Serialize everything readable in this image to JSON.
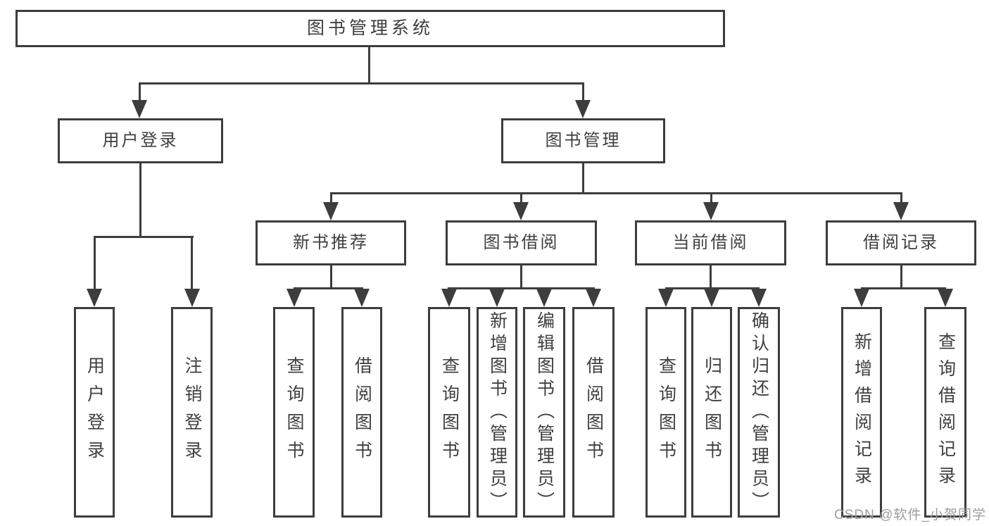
{
  "colors": {
    "line": "#3d3d3d",
    "text": "#3f3f3f",
    "wm": "#9c9c9c",
    "bg": "#ffffff"
  },
  "watermark": "CSDN @软件_小贺同学",
  "tree": {
    "root": {
      "label": "图书管理系统"
    },
    "branches": [
      {
        "label": "用户登录",
        "children": [
          {
            "label": "用户登录"
          },
          {
            "label": "注销登录"
          }
        ]
      },
      {
        "label": "图书管理",
        "children": [
          {
            "label": "新书推荐",
            "children": [
              {
                "label": "查询图书"
              },
              {
                "label": "借阅图书"
              }
            ]
          },
          {
            "label": "图书借阅",
            "children": [
              {
                "label": "查询图书"
              },
              {
                "label": "新增图书（管理员）"
              },
              {
                "label": "编辑图书（管理员）"
              },
              {
                "label": "借阅图书"
              }
            ]
          },
          {
            "label": "当前借阅",
            "children": [
              {
                "label": "查询图书"
              },
              {
                "label": "归还图书"
              },
              {
                "label": "确认归还（管理员）"
              }
            ]
          },
          {
            "label": "借阅记录",
            "children": [
              {
                "label": "新增借阅记录"
              },
              {
                "label": "查询借阅记录"
              }
            ]
          }
        ]
      }
    ]
  }
}
